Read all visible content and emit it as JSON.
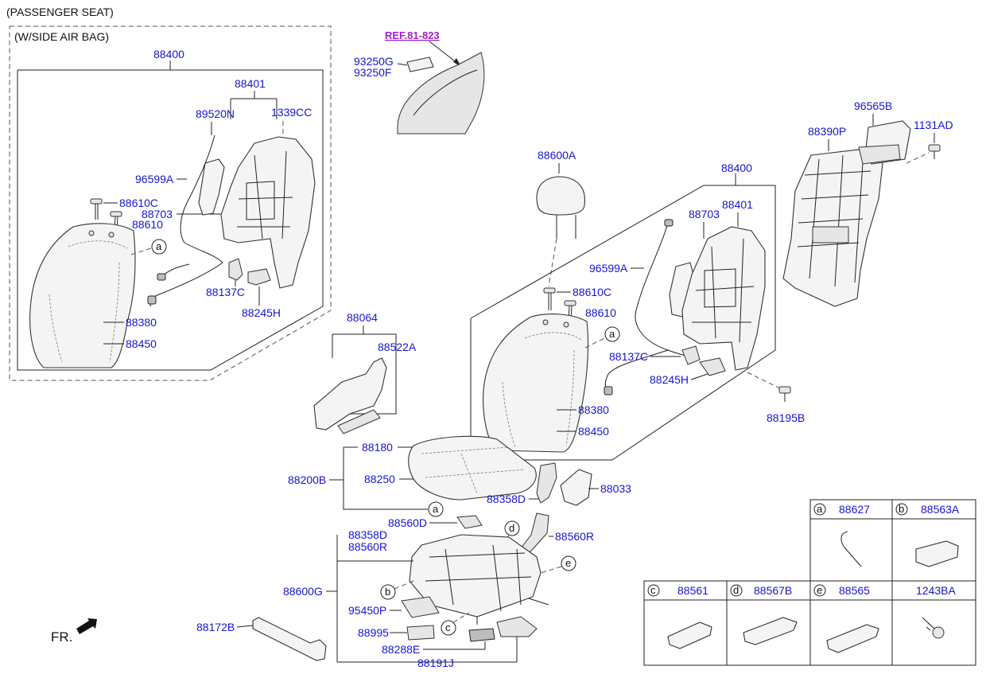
{
  "title": "(PASSENGER SEAT)",
  "side_airbag_group": "(W/SIDE AIR BAG)",
  "ref_label": "REF.81-823",
  "front_indicator": "FR.",
  "labels": {
    "p93250G": "93250G",
    "p93250F": "93250F",
    "l_88400": "88400",
    "l_88401": "88401",
    "l_89520N": "89520N",
    "l_1339CC": "1339CC",
    "l_96599A": "96599A",
    "l_88610C": "88610C",
    "l_88703": "88703",
    "l_88610": "88610",
    "l_88137C": "88137C",
    "l_88245H": "88245H",
    "l_88380": "88380",
    "l_88450": "88450",
    "r_88600A": "88600A",
    "r_88400": "88400",
    "r_88401": "88401",
    "r_88703": "88703",
    "r_96599A": "96599A",
    "r_88610C": "88610C",
    "r_88610": "88610",
    "r_88137C": "88137C",
    "r_88245H": "88245H",
    "r_88380": "88380",
    "r_88450": "88450",
    "r_88195B": "88195B",
    "r_88390P": "88390P",
    "r_96565B": "96565B",
    "r_1131AD": "1131AD",
    "c_88064": "88064",
    "c_88522A": "88522A",
    "c_88180": "88180",
    "c_88200B": "88200B",
    "c_88250": "88250",
    "c_88033": "88033",
    "c_88358D": "88358D",
    "c_88560R": "88560R",
    "c_88560D": "88560D",
    "b_88358D": "88358D",
    "b_88560R": "88560R",
    "b_88600G": "88600G",
    "b_95450P": "95450P",
    "b_88995": "88995",
    "b_88288E": "88288E",
    "b_88191J": "88191J",
    "b_88172B": "88172B"
  },
  "callouts": {
    "a": "a",
    "b": "b",
    "c": "c",
    "d": "d",
    "e": "e"
  },
  "legend": [
    {
      "key": "a",
      "part": "88627"
    },
    {
      "key": "b",
      "part": "88563A"
    },
    {
      "key": "c",
      "part": "88561"
    },
    {
      "key": "d",
      "part": "88567B"
    },
    {
      "key": "e",
      "part": "88565"
    },
    {
      "key": "",
      "part": "1243BA"
    }
  ]
}
